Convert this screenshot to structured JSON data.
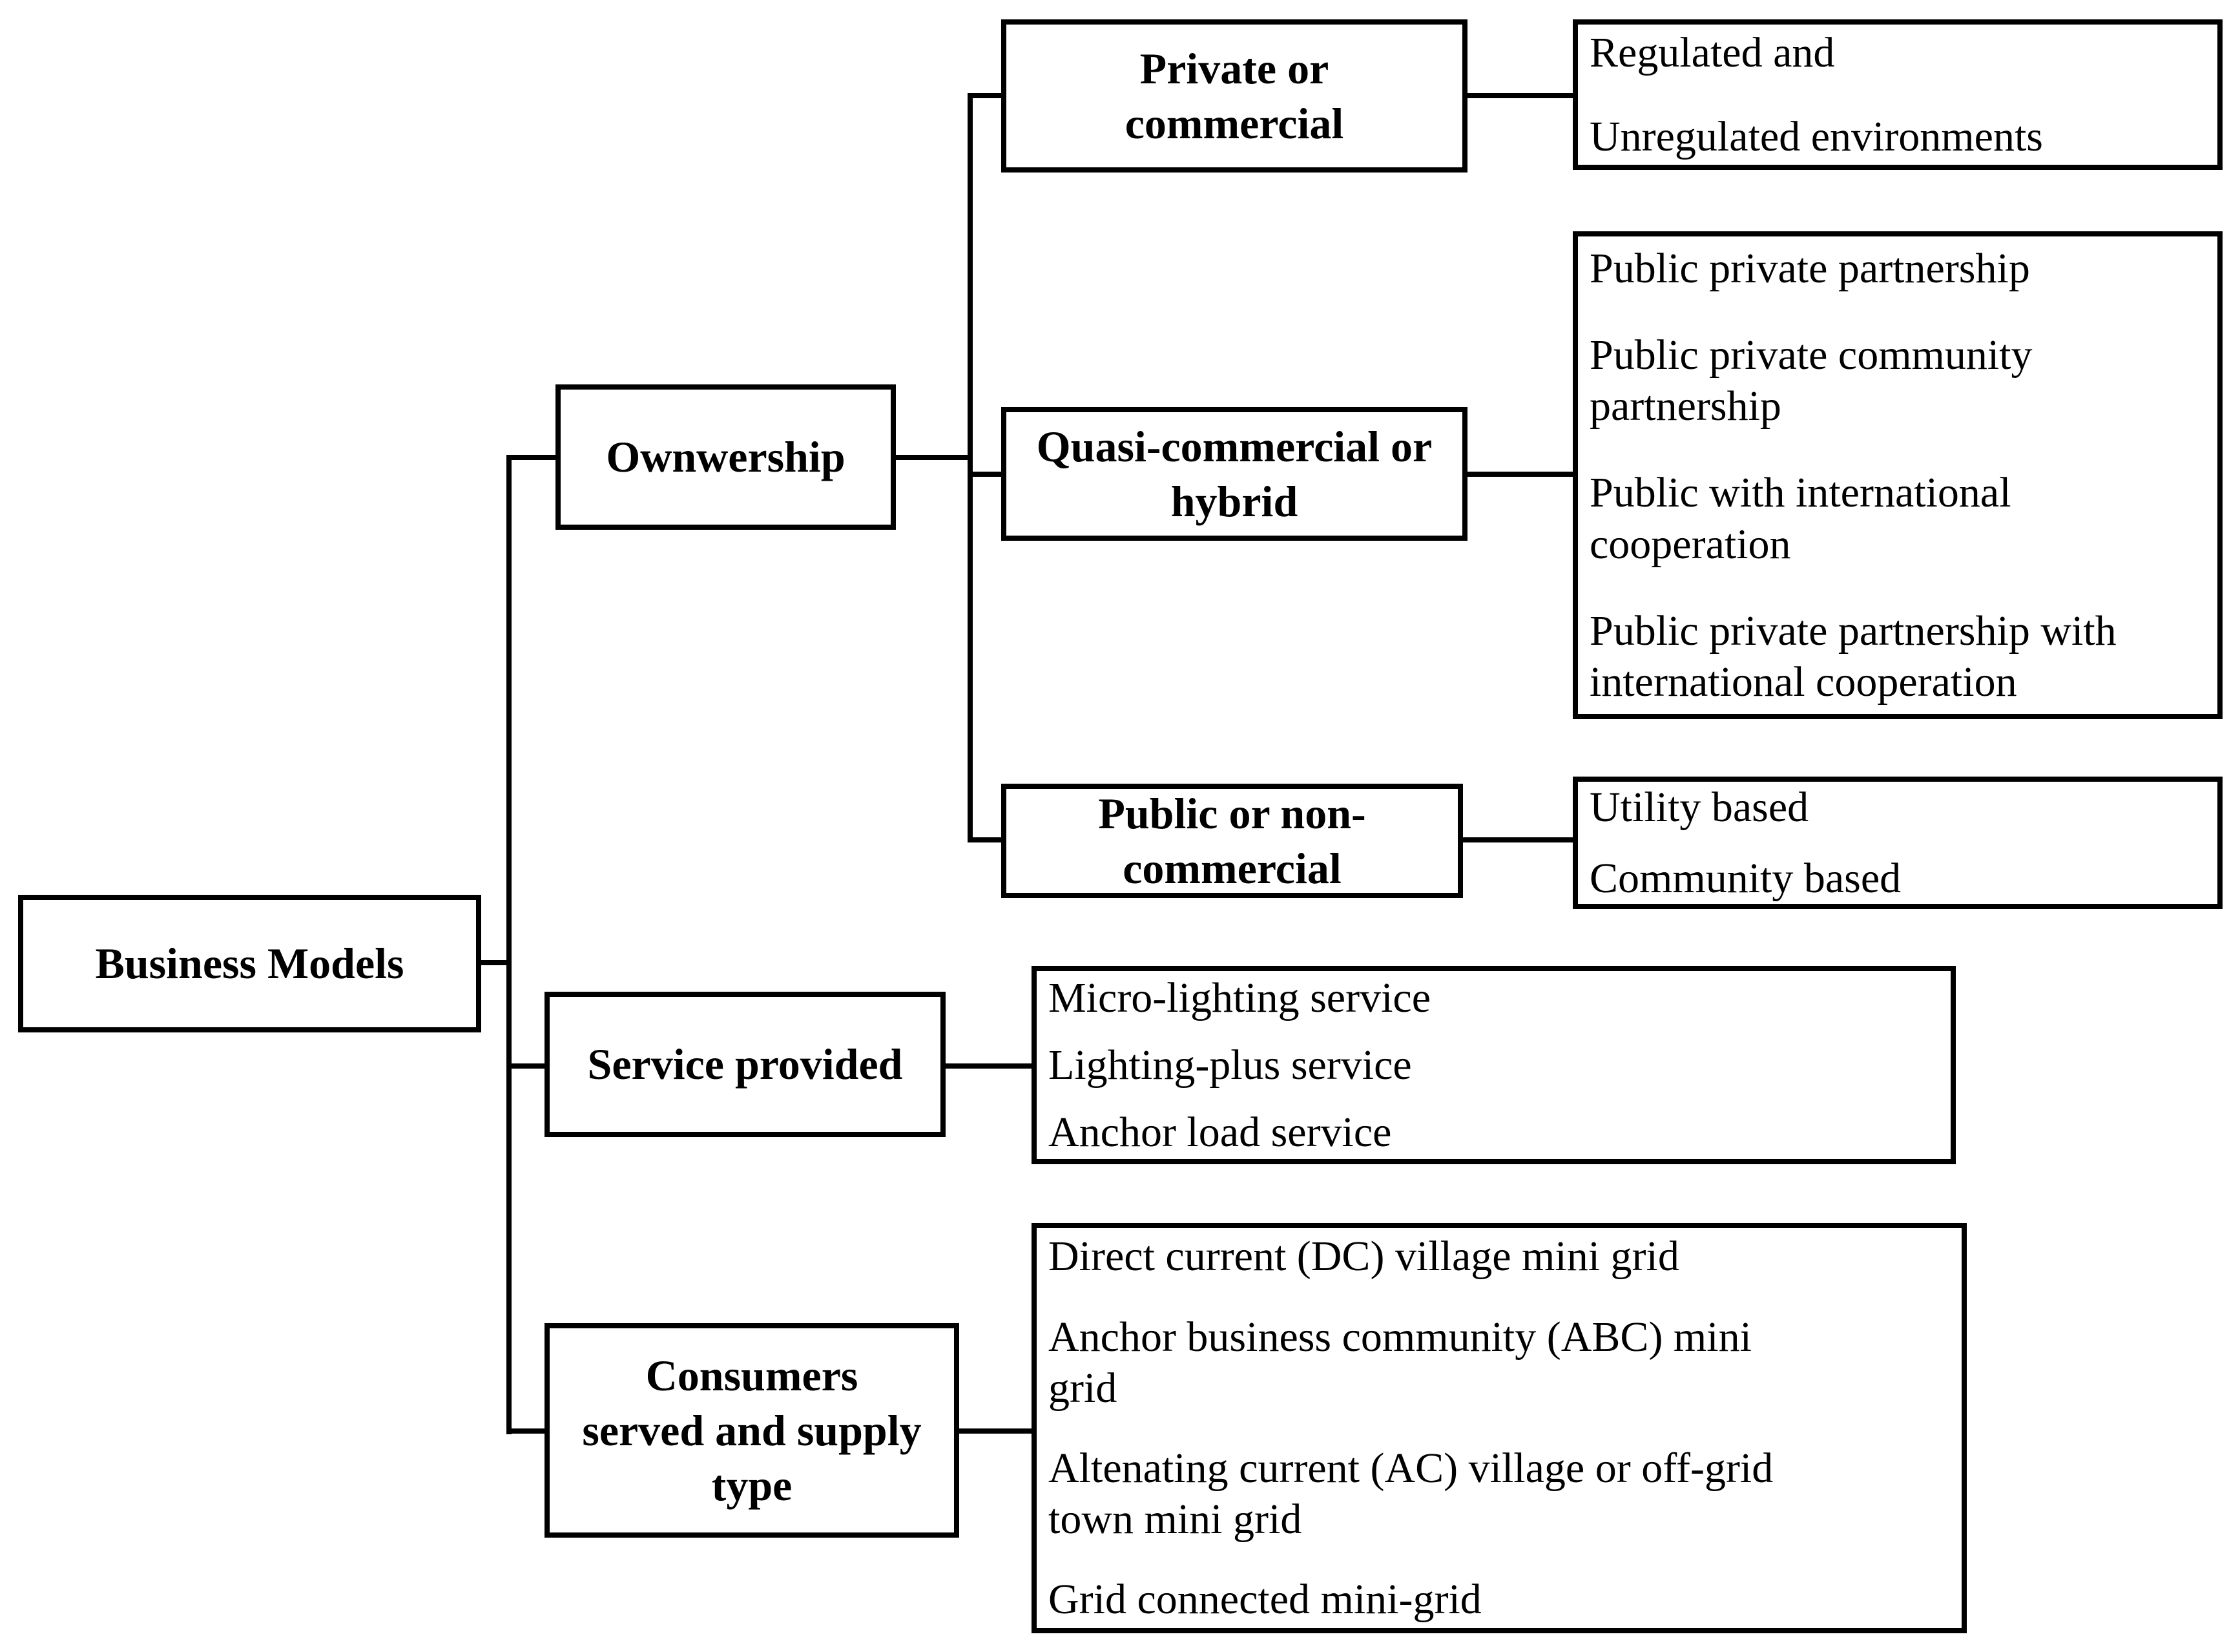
{
  "title": "Business models classification diagram",
  "colors": {
    "background": "#ffffff",
    "line": "#000000",
    "text": "#000000"
  },
  "nodes": {
    "root": {
      "label": "Business Models"
    },
    "ownership": {
      "label": "Ownwership"
    },
    "private": {
      "label": "Private or\ncommercial"
    },
    "quasi": {
      "label": "Quasi-commercial or\nhybrid"
    },
    "public": {
      "label": "Public or non-\ncommercial"
    },
    "service": {
      "label": "Service provided"
    },
    "consumers": {
      "label": "Consumers\nserved and supply\ntype"
    }
  },
  "details": {
    "private": {
      "items": [
        "Regulated and",
        "Unregulated environments"
      ]
    },
    "quasi": {
      "items": [
        "Public private partnership",
        "Public private community\npartnership",
        "Public with international\ncooperation",
        "Public private partnership with\ninternational cooperation"
      ]
    },
    "public": {
      "items": [
        "Utility based",
        "Community based"
      ]
    },
    "service": {
      "items": [
        "Micro-lighting service",
        "Lighting-plus service",
        "Anchor load service"
      ]
    },
    "consumers": {
      "items": [
        "Direct current (DC) village mini grid",
        "Anchor business community (ABC) mini\ngrid",
        "Altenating current (AC) village or off-grid\ntown mini grid",
        "Grid connected mini-grid"
      ]
    }
  }
}
